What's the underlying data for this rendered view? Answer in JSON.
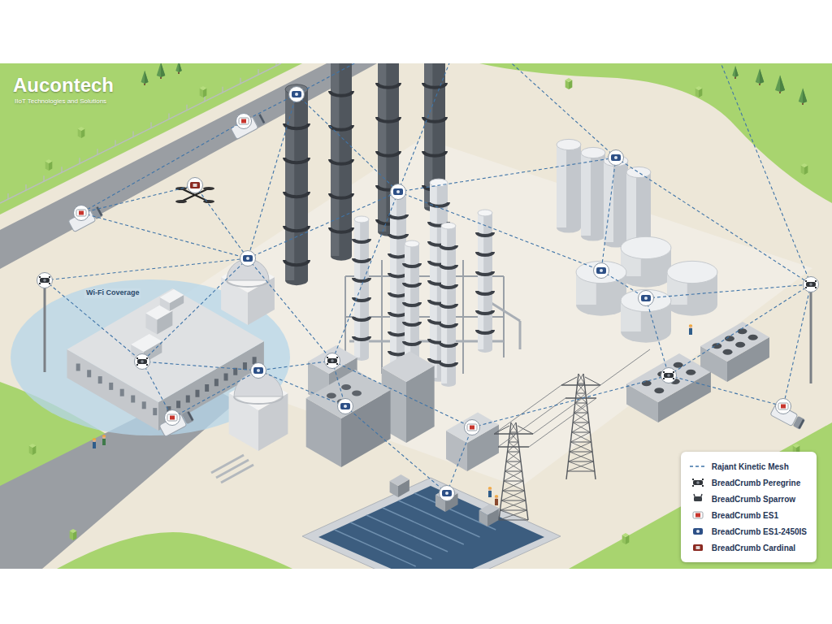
{
  "diagram": {
    "labels": [
      "Aucontech",
      "IIoT Technologies and Solutions",
      "Wi-Fi Coverage"
    ],
    "legend": [
      {
        "text": "Rajant Kinetic Mesh"
      },
      {
        "text": "BreadCrumb Peregrine"
      },
      {
        "text": "BreadCrumb Sparrow"
      },
      {
        "text": "BreadCrumb ES1"
      },
      {
        "text": "BreadCrumb ES1-2450IS"
      },
      {
        "text": "BreadCrumb Cardinal"
      }
    ]
  }
}
